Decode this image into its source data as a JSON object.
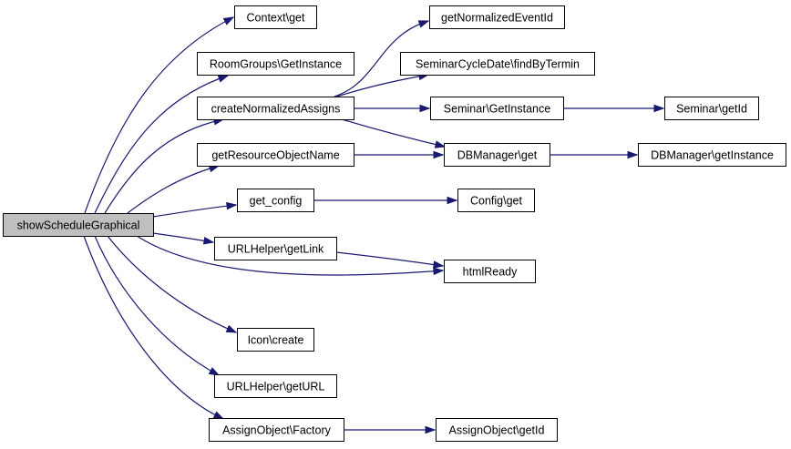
{
  "graph": {
    "nodes": {
      "showScheduleGraphical": {
        "label": "showScheduleGraphical",
        "highlight": true
      },
      "context_get": {
        "label": "Context\\get"
      },
      "roomgroups_getinstance": {
        "label": "RoomGroups\\GetInstance"
      },
      "createNormalizedAssigns": {
        "label": "createNormalizedAssigns"
      },
      "getResourceObjectName": {
        "label": "getResourceObjectName"
      },
      "get_config": {
        "label": "get_config"
      },
      "urlhelper_getlink": {
        "label": "URLHelper\\getLink"
      },
      "icon_create": {
        "label": "Icon\\create"
      },
      "urlhelper_geturl": {
        "label": "URLHelper\\getURL"
      },
      "assignobject_factory": {
        "label": "AssignObject\\Factory"
      },
      "getNormalizedEventId": {
        "label": "getNormalizedEventId"
      },
      "seminarcycledate_findbytermin": {
        "label": "SeminarCycleDate\\findByTermin"
      },
      "seminar_getinstance": {
        "label": "Seminar\\GetInstance"
      },
      "dbmanager_get": {
        "label": "DBManager\\get"
      },
      "config_get": {
        "label": "Config\\get"
      },
      "htmlReady": {
        "label": "htmlReady"
      },
      "assignobject_getid": {
        "label": "AssignObject\\getId"
      },
      "seminar_getid": {
        "label": "Seminar\\getId"
      },
      "dbmanager_getinstance": {
        "label": "DBManager\\getInstance"
      }
    },
    "edges": [
      {
        "from": "showScheduleGraphical",
        "to": "context_get"
      },
      {
        "from": "showScheduleGraphical",
        "to": "roomgroups_getinstance"
      },
      {
        "from": "showScheduleGraphical",
        "to": "createNormalizedAssigns"
      },
      {
        "from": "showScheduleGraphical",
        "to": "getResourceObjectName"
      },
      {
        "from": "showScheduleGraphical",
        "to": "get_config"
      },
      {
        "from": "showScheduleGraphical",
        "to": "urlhelper_getlink"
      },
      {
        "from": "showScheduleGraphical",
        "to": "htmlReady"
      },
      {
        "from": "showScheduleGraphical",
        "to": "icon_create"
      },
      {
        "from": "showScheduleGraphical",
        "to": "urlhelper_geturl"
      },
      {
        "from": "showScheduleGraphical",
        "to": "assignobject_factory"
      },
      {
        "from": "createNormalizedAssigns",
        "to": "getNormalizedEventId"
      },
      {
        "from": "createNormalizedAssigns",
        "to": "seminarcycledate_findbytermin"
      },
      {
        "from": "createNormalizedAssigns",
        "to": "seminar_getinstance"
      },
      {
        "from": "createNormalizedAssigns",
        "to": "dbmanager_get"
      },
      {
        "from": "getResourceObjectName",
        "to": "dbmanager_get"
      },
      {
        "from": "get_config",
        "to": "config_get"
      },
      {
        "from": "urlhelper_getlink",
        "to": "htmlReady"
      },
      {
        "from": "seminar_getinstance",
        "to": "seminar_getid"
      },
      {
        "from": "dbmanager_get",
        "to": "dbmanager_getinstance"
      },
      {
        "from": "assignobject_factory",
        "to": "assignobject_getid"
      }
    ],
    "colors": {
      "edge": "#191970",
      "node_border": "#000000",
      "node_fill": "#ffffff",
      "root_fill": "#bfbfbf"
    }
  }
}
